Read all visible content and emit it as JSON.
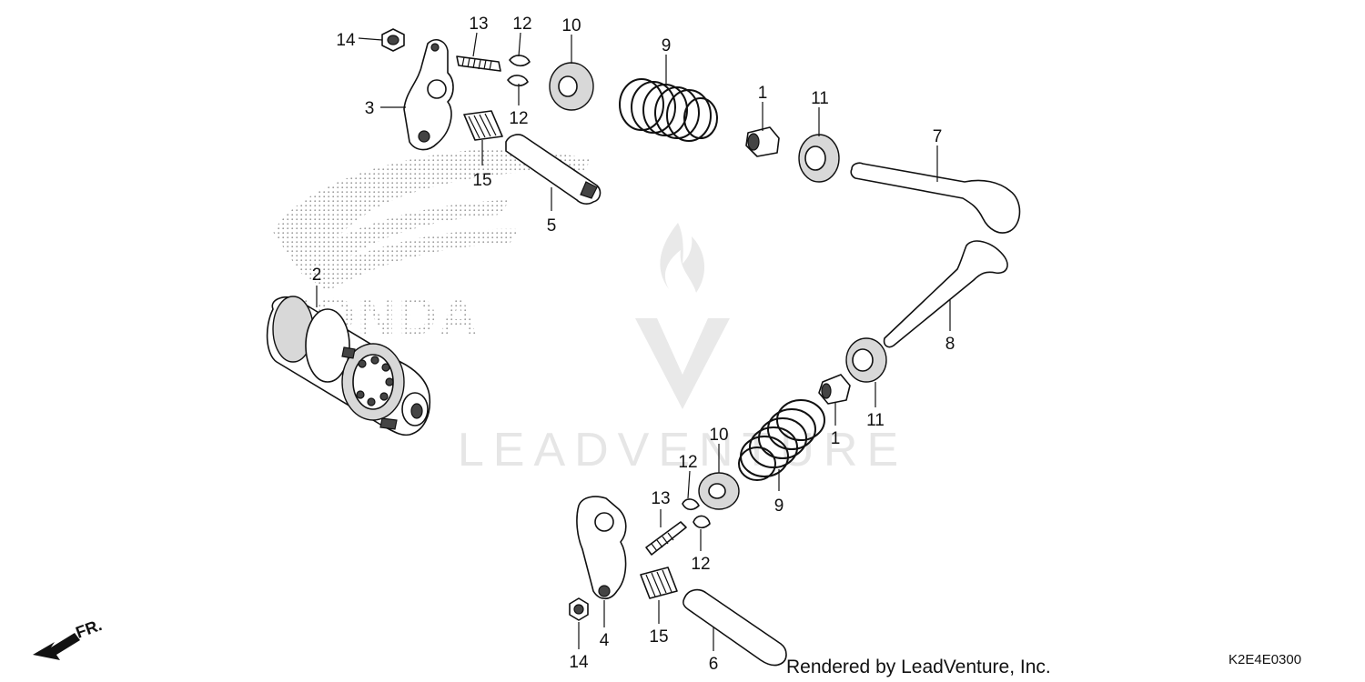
{
  "diagram": {
    "watermark_text": "LEADVENTURE",
    "brand_stipple_text": "HONDA",
    "render_credit": "Rendered by LeadVenture, Inc.",
    "diagram_code": "K2E4E0300",
    "front_indicator": "FR.",
    "callouts": [
      {
        "id": "c14a",
        "label": "14"
      },
      {
        "id": "c13a",
        "label": "13"
      },
      {
        "id": "c12a",
        "label": "12"
      },
      {
        "id": "c10a",
        "label": "10"
      },
      {
        "id": "c9a",
        "label": "9"
      },
      {
        "id": "c1a",
        "label": "1"
      },
      {
        "id": "c11a",
        "label": "11"
      },
      {
        "id": "c7",
        "label": "7"
      },
      {
        "id": "c3",
        "label": "3"
      },
      {
        "id": "c12b",
        "label": "12"
      },
      {
        "id": "c15a",
        "label": "15"
      },
      {
        "id": "c5",
        "label": "5"
      },
      {
        "id": "c2",
        "label": "2"
      },
      {
        "id": "c8",
        "label": "8"
      },
      {
        "id": "c1b",
        "label": "1"
      },
      {
        "id": "c11b",
        "label": "11"
      },
      {
        "id": "c10b",
        "label": "10"
      },
      {
        "id": "c12c",
        "label": "12"
      },
      {
        "id": "c13b",
        "label": "13"
      },
      {
        "id": "c9b",
        "label": "9"
      },
      {
        "id": "c12d",
        "label": "12"
      },
      {
        "id": "c4",
        "label": "4"
      },
      {
        "id": "c15b",
        "label": "15"
      },
      {
        "id": "c14b",
        "label": "14"
      },
      {
        "id": "c6",
        "label": "6"
      }
    ]
  }
}
